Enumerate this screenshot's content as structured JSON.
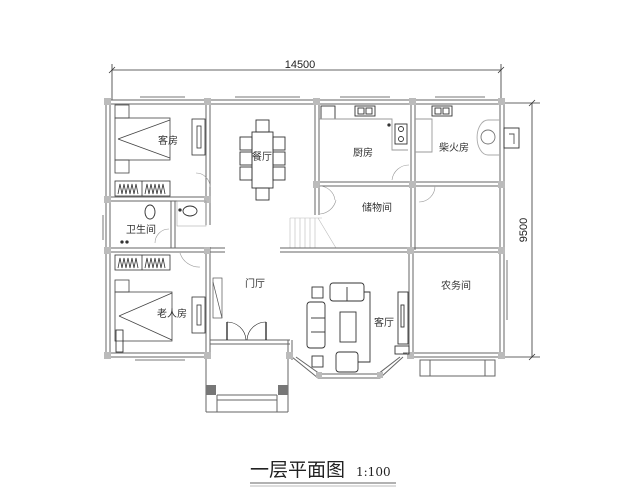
{
  "plan": {
    "title": "一层平面图",
    "scale": "1:100",
    "dimensions": {
      "width": "14500",
      "height": "9500"
    },
    "rooms": {
      "guest_room": "客房",
      "dining": "餐厅",
      "kitchen": "厨房",
      "firewood_room": "柴火房",
      "bathroom": "卫生间",
      "storage": "储物间",
      "foyer": "门厅",
      "elder_room": "老人房",
      "living_room": "客厅",
      "farm_room": "农务间"
    },
    "colors": {
      "wall": "#555555",
      "column": "#aaaaaa",
      "line": "#333333"
    }
  }
}
